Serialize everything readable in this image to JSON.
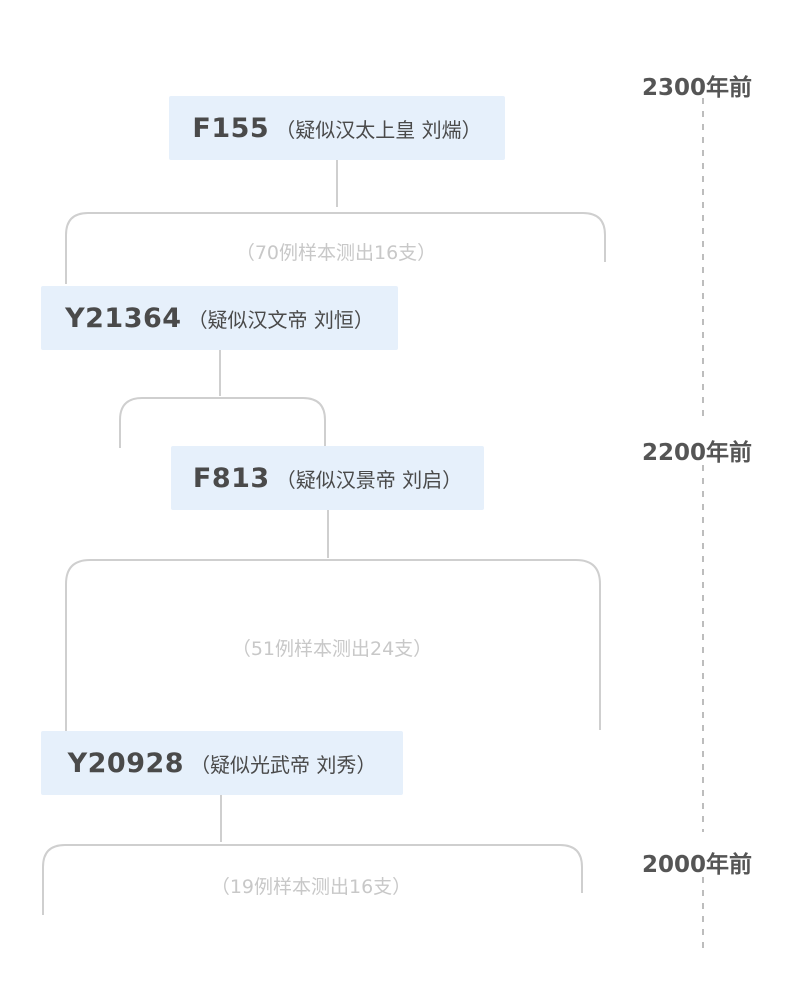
{
  "nodes": [
    {
      "code": "F155",
      "label": "（疑似汉太上皇 刘煓）"
    },
    {
      "code": "Y21364",
      "label": "（疑似汉文帝 刘恒）"
    },
    {
      "code": "F813",
      "label": "（疑似汉景帝 刘启）"
    },
    {
      "code": "Y20928",
      "label": "（疑似光武帝 刘秀）"
    }
  ],
  "groups": [
    {
      "label": "（70例样本测出16支）",
      "branches": 16
    },
    {
      "label": "（51例样本测出24支）",
      "branches": 24
    },
    {
      "label": "（19例样本测出16支）",
      "branches": 16
    }
  ],
  "timeline": [
    {
      "label": "2300年前"
    },
    {
      "label": "2200年前"
    },
    {
      "label": "2000年前"
    }
  ],
  "colors": {
    "node_bg": "#e6f0fb",
    "node_text": "#4a4a4a",
    "line": "#cfcfcf",
    "faint_text": "#c8c8c8",
    "timeline": "#bdbdbd"
  }
}
